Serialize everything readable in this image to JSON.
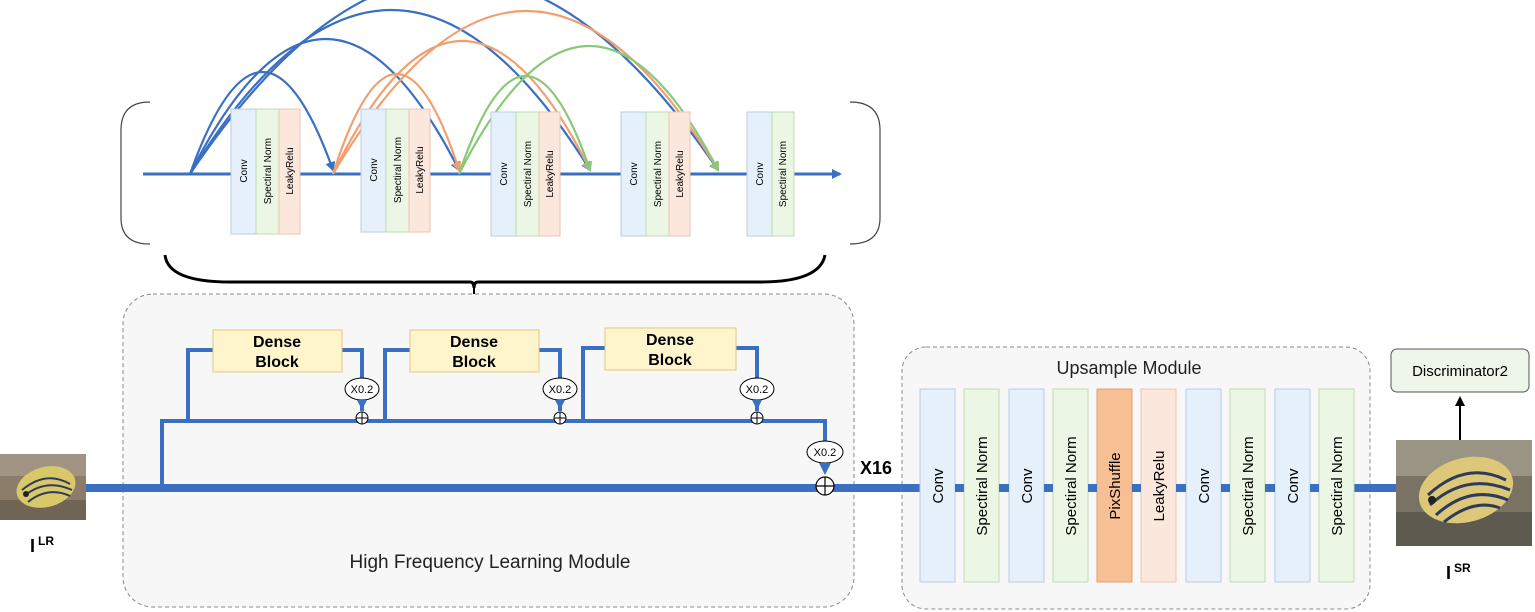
{
  "dense_layers": [
    [
      "Conv",
      "Spectiral Norm",
      "LeakyRelu"
    ],
    [
      "Conv",
      "Spectiral Norm",
      "LeakyRelu"
    ],
    [
      "Conv",
      "Spectiral Norm",
      "LeakyRelu"
    ],
    [
      "Conv",
      "Spectiral Norm",
      "LeakyRelu"
    ],
    [
      "Conv",
      "Spectiral Norm"
    ]
  ],
  "dense_block_label_line1": "Dense",
  "dense_block_label_line2": "Block",
  "scale_label": "X0.2",
  "repeat_label": "X16",
  "hf_module_label": "High Frequency Learning Module",
  "upsample_module_label": "Upsample Module",
  "upsample_layers": [
    "Conv",
    "Spectiral Norm",
    "Conv",
    "Spectiral Norm",
    "PixShuffle",
    "LeakyRelu",
    "Conv",
    "Spectiral Norm",
    "Conv",
    "Spectiral Norm"
  ],
  "discriminator_label": "Discriminator2",
  "input_label": "I",
  "input_sup": "LR",
  "output_label": "I",
  "output_sup": "SR",
  "colors": {
    "flow_blue": "#3a6fc2",
    "skip_orange": "#f0a070",
    "skip_green": "#88c878",
    "conv_fill": "#e6f0fb",
    "norm_fill": "#ebf7e4",
    "relu_fill": "#fbe7dc",
    "pixshuffle_fill": "#f8be94",
    "dense_fill": "#fff5cc"
  }
}
